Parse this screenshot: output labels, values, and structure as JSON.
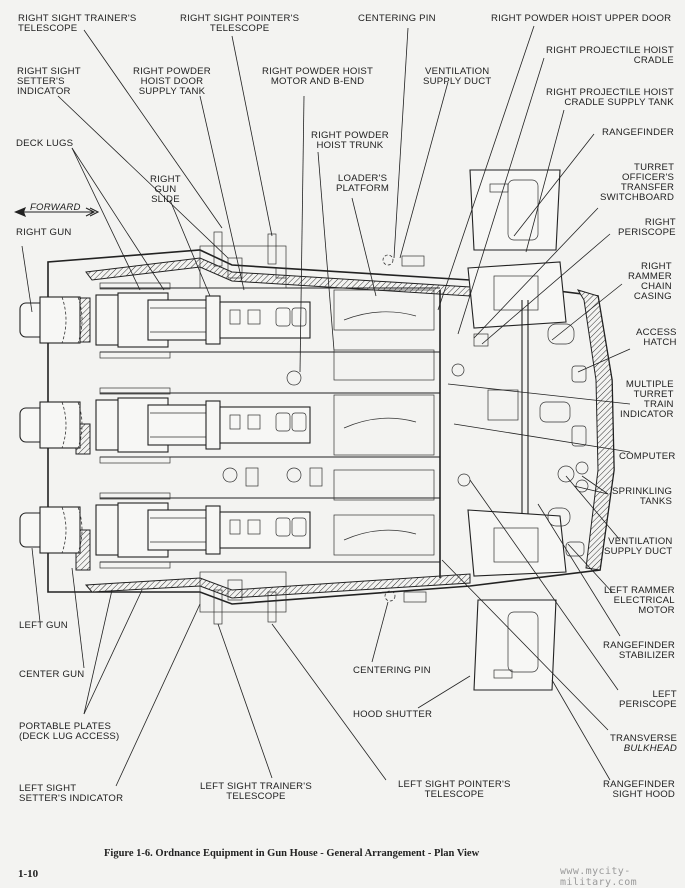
{
  "figure": {
    "caption": "Figure 1-6.  Ordnance Equipment in Gun House - General Arrangement - Plan View",
    "page_number": "1-10",
    "watermark": "www.mycity-military.com",
    "direction_label": "FORWARD"
  },
  "labels": {
    "right_sight_trainers_telescope": "RIGHT SIGHT TRAINER'S\nTELESCOPE",
    "right_sight_pointers_telescope": "RIGHT SIGHT POINTER'S\nTELESCOPE",
    "centering_pin_top": "CENTERING PIN",
    "right_powder_hoist_upper_door": "RIGHT POWDER HOIST UPPER DOOR",
    "right_projectile_hoist_cradle": "RIGHT PROJECTILE HOIST\nCRADLE",
    "right_projectile_hoist_cradle_supply_tank": "RIGHT PROJECTILE HOIST\nCRADLE SUPPLY TANK",
    "right_sight_setters_indicator": "RIGHT SIGHT\nSETTER'S\nINDICATOR",
    "right_powder_hoist_door_supply_tank": "RIGHT POWDER\nHOIST DOOR\nSUPPLY TANK",
    "right_powder_hoist_motor_and_b_end": "RIGHT POWDER HOIST\nMOTOR AND B-END",
    "ventilation_supply_duct_top": "VENTILATION\nSUPPLY DUCT",
    "deck_lugs": "DECK LUGS",
    "right_gun_slide": "RIGHT\nGUN\nSLIDE",
    "right_powder_hoist_trunk": "RIGHT POWDER\nHOIST TRUNK",
    "loaders_platform": "LOADER'S\nPLATFORM",
    "right_gun": "RIGHT GUN",
    "rangefinder": "RANGEFINDER",
    "turret_officers_transfer_switchboard": "TURRET\nOFFICER'S\nTRANSFER\nSWITCHBOARD",
    "right_periscope": "RIGHT\nPERISCOPE",
    "right_rammer_chain_casing": "RIGHT\nRAMMER\nCHAIN\nCASING",
    "access_hatch": "ACCESS\nHATCH",
    "multiple_turret_train_indicator": "MULTIPLE\nTURRET\nTRAIN\nINDICATOR",
    "computer": "COMPUTER",
    "sprinkling_tanks": "SPRINKLING\nTANKS",
    "ventilation_supply_duct_right": "VENTILATION\nSUPPLY DUCT",
    "left_rammer_electrical_motor": "LEFT RAMMER\nELECTRICAL\nMOTOR",
    "rangefinder_stabilizer": "RANGEFINDER\nSTABILIZER",
    "left_periscope": "LEFT\nPERISCOPE",
    "transverse_bulkhead_line1": "TRANSVERSE",
    "transverse_bulkhead_line2": "BULKHEAD",
    "rangefinder_sight_hood": "RANGEFINDER\nSIGHT HOOD",
    "left_gun": "LEFT GUN",
    "center_gun": "CENTER GUN",
    "portable_plates": "PORTABLE PLATES\n(DECK LUG ACCESS)",
    "left_sight_setters_indicator": "LEFT SIGHT\nSETTER'S INDICATOR",
    "centering_pin_bottom": "CENTERING PIN",
    "hood_shutter": "HOOD SHUTTER",
    "left_sight_trainers_telescope": "LEFT SIGHT TRAINER'S\nTELESCOPE",
    "left_sight_pointers_telescope": "LEFT SIGHT POINTER'S\nTELESCOPE"
  }
}
